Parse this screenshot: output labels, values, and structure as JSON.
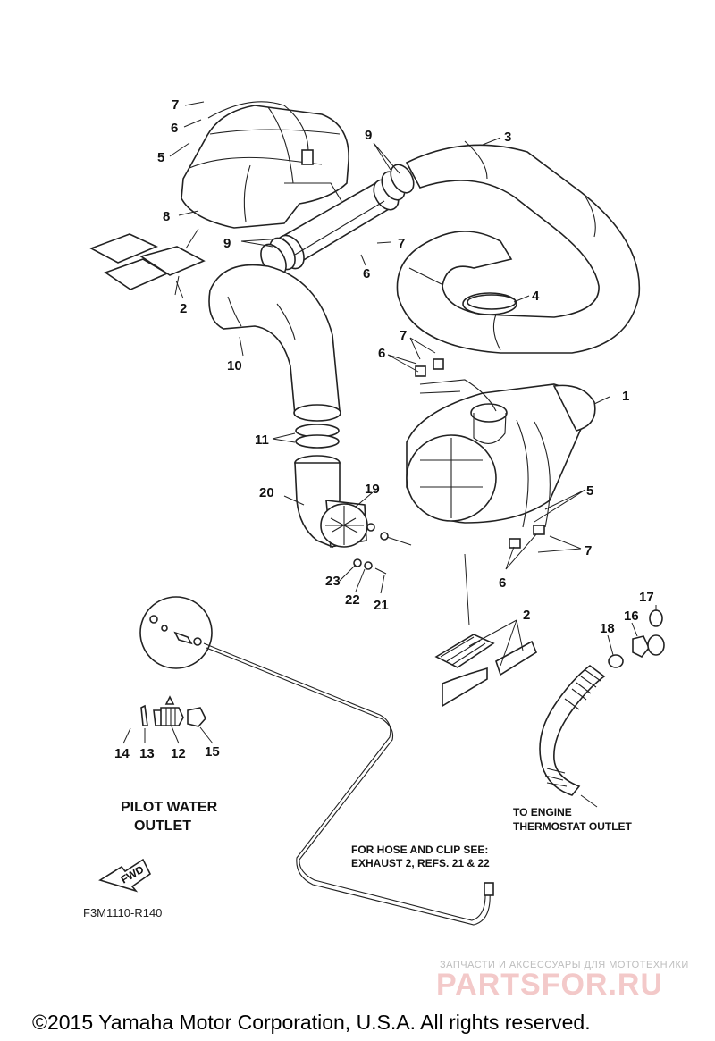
{
  "callouts": {
    "n1": "1",
    "n2a": "2",
    "n2b": "2",
    "n3": "3",
    "n4": "4",
    "n5a": "5",
    "n5b": "5",
    "n6a": "6",
    "n6b": "6",
    "n6c": "6",
    "n6d": "6",
    "n7a": "7",
    "n7b": "7",
    "n7c": "7",
    "n7d": "7",
    "n8": "8",
    "n9a": "9",
    "n9b": "9",
    "n10": "10",
    "n11": "11",
    "n12": "12",
    "n13": "13",
    "n14": "14",
    "n15": "15",
    "n16": "16",
    "n17": "17",
    "n18": "18",
    "n19": "19",
    "n20": "20",
    "n21": "21",
    "n22": "22",
    "n23": "23"
  },
  "notes": {
    "pilot_line1": "PILOT WATER",
    "pilot_line2": "OUTLET",
    "engine_line1": "TO ENGINE",
    "engine_line2": "THERMOSTAT OUTLET",
    "hose_line1": "FOR HOSE AND CLIP SEE:",
    "hose_line2": "EXHAUST 2, REFS. 21 & 22",
    "fwd": "FWD"
  },
  "diagram_code": "F3M1110-R140",
  "watermark": {
    "tagline": "ЗАПЧАСТИ И АКСЕССУАРЫ ДЛЯ МОТОТЕХНИКИ",
    "brand": "PARTSFOR.RU"
  },
  "copyright": "©2015 Yamaha Motor Corporation, U.S.A. All rights reserved."
}
